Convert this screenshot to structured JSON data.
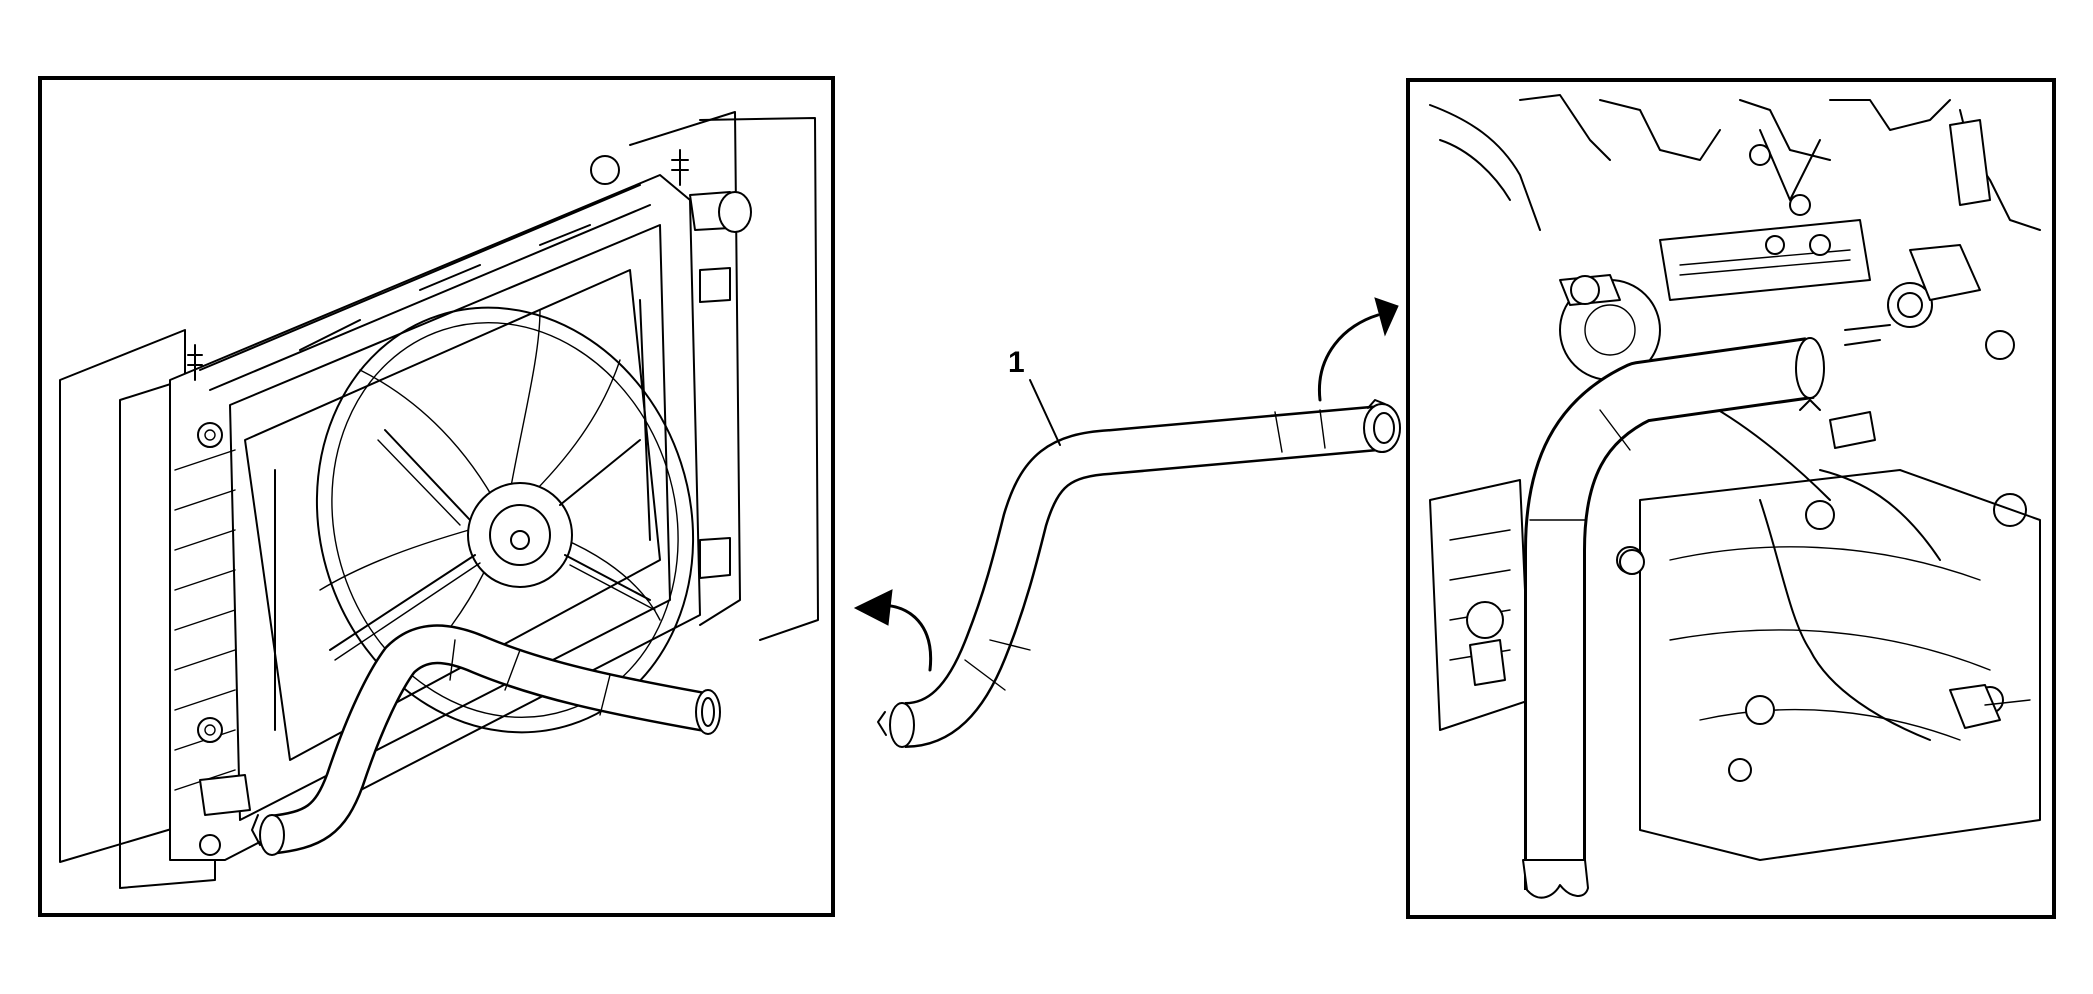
{
  "figure": {
    "callouts": [
      {
        "id": "hose",
        "label": "1"
      }
    ],
    "panels": [
      {
        "id": "left",
        "depicts": "radiator-and-fan-assembly"
      },
      {
        "id": "right",
        "depicts": "engine-compartment"
      }
    ],
    "arrows": [
      {
        "id": "to-left-panel",
        "direction": "left"
      },
      {
        "id": "to-right-panel",
        "direction": "right"
      }
    ],
    "colors": {
      "line": "#000000",
      "background": "#ffffff"
    }
  }
}
